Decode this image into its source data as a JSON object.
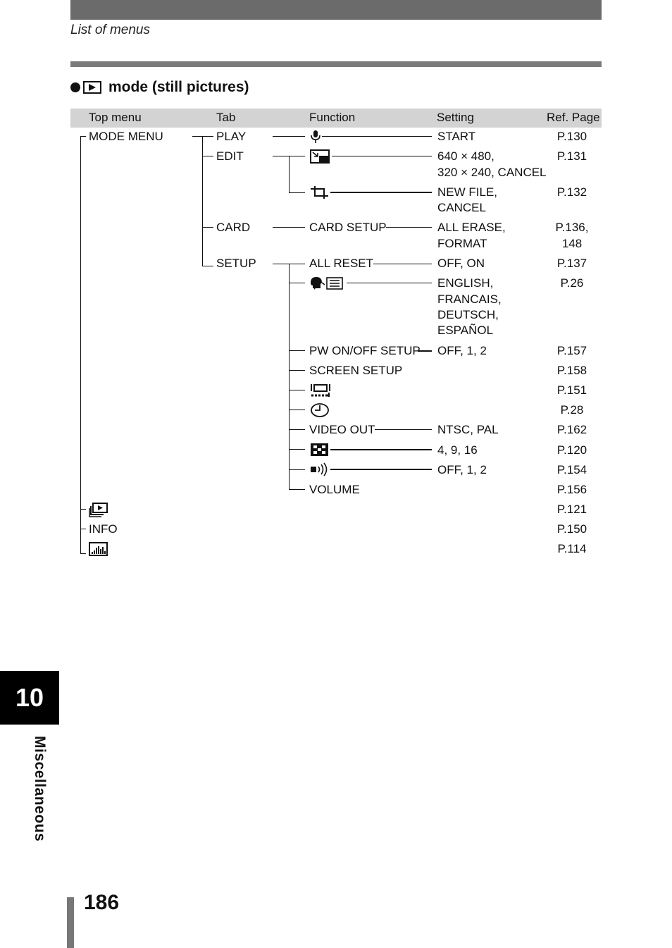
{
  "header": {
    "section_title": "List of menus"
  },
  "heading": {
    "text": "mode (still pictures)"
  },
  "table_header": {
    "top_menu": "Top menu",
    "tab": "Tab",
    "function": "Function",
    "setting": "Setting",
    "ref_page": "Ref. Page"
  },
  "rows": {
    "mode_menu": "MODE MENU",
    "play": {
      "tab": "PLAY",
      "setting": "START",
      "ref": "P.130"
    },
    "edit": {
      "tab": "EDIT",
      "setting_1": "640 × 480,",
      "setting_2": "320 × 240, CANCEL",
      "ref": "P.131"
    },
    "crop": {
      "setting_1": "NEW FILE,",
      "setting_2": "CANCEL",
      "ref": "P.132"
    },
    "card": {
      "tab": "CARD",
      "function": "CARD SETUP",
      "setting_1": "ALL ERASE,",
      "setting_2": "FORMAT",
      "ref_1": "P.136,",
      "ref_2": "148"
    },
    "setup": {
      "tab": "SETUP",
      "function": "ALL RESET",
      "setting": "OFF, ON",
      "ref": "P.137"
    },
    "language": {
      "setting_1": "ENGLISH,",
      "setting_2": "FRANCAIS,",
      "setting_3": "DEUTSCH,",
      "setting_4": "ESPAÑOL",
      "ref": "P.26"
    },
    "pw": {
      "function": "PW ON/OFF SETUP",
      "setting": "OFF, 1, 2",
      "ref": "P.157"
    },
    "screen": {
      "function": "SCREEN SETUP",
      "ref": "P.158"
    },
    "monitor": {
      "ref": "P.151"
    },
    "clock": {
      "ref": "P.28"
    },
    "video": {
      "function": "VIDEO OUT",
      "setting": "NTSC, PAL",
      "ref": "P.162"
    },
    "index": {
      "setting": "4, 9, 16",
      "ref": "P.120"
    },
    "beep": {
      "setting": "OFF, 1, 2",
      "ref": "P.154"
    },
    "volume": {
      "function": "VOLUME",
      "ref": "P.156"
    },
    "slideshow": {
      "ref": "P.121"
    },
    "info": {
      "label": "INFO",
      "ref": "P.150"
    },
    "histogram": {
      "ref": "P.114"
    }
  },
  "sidebar": {
    "chapter_number": "10",
    "chapter_label": "Miscellaneous"
  },
  "footer": {
    "page_number": "186"
  }
}
